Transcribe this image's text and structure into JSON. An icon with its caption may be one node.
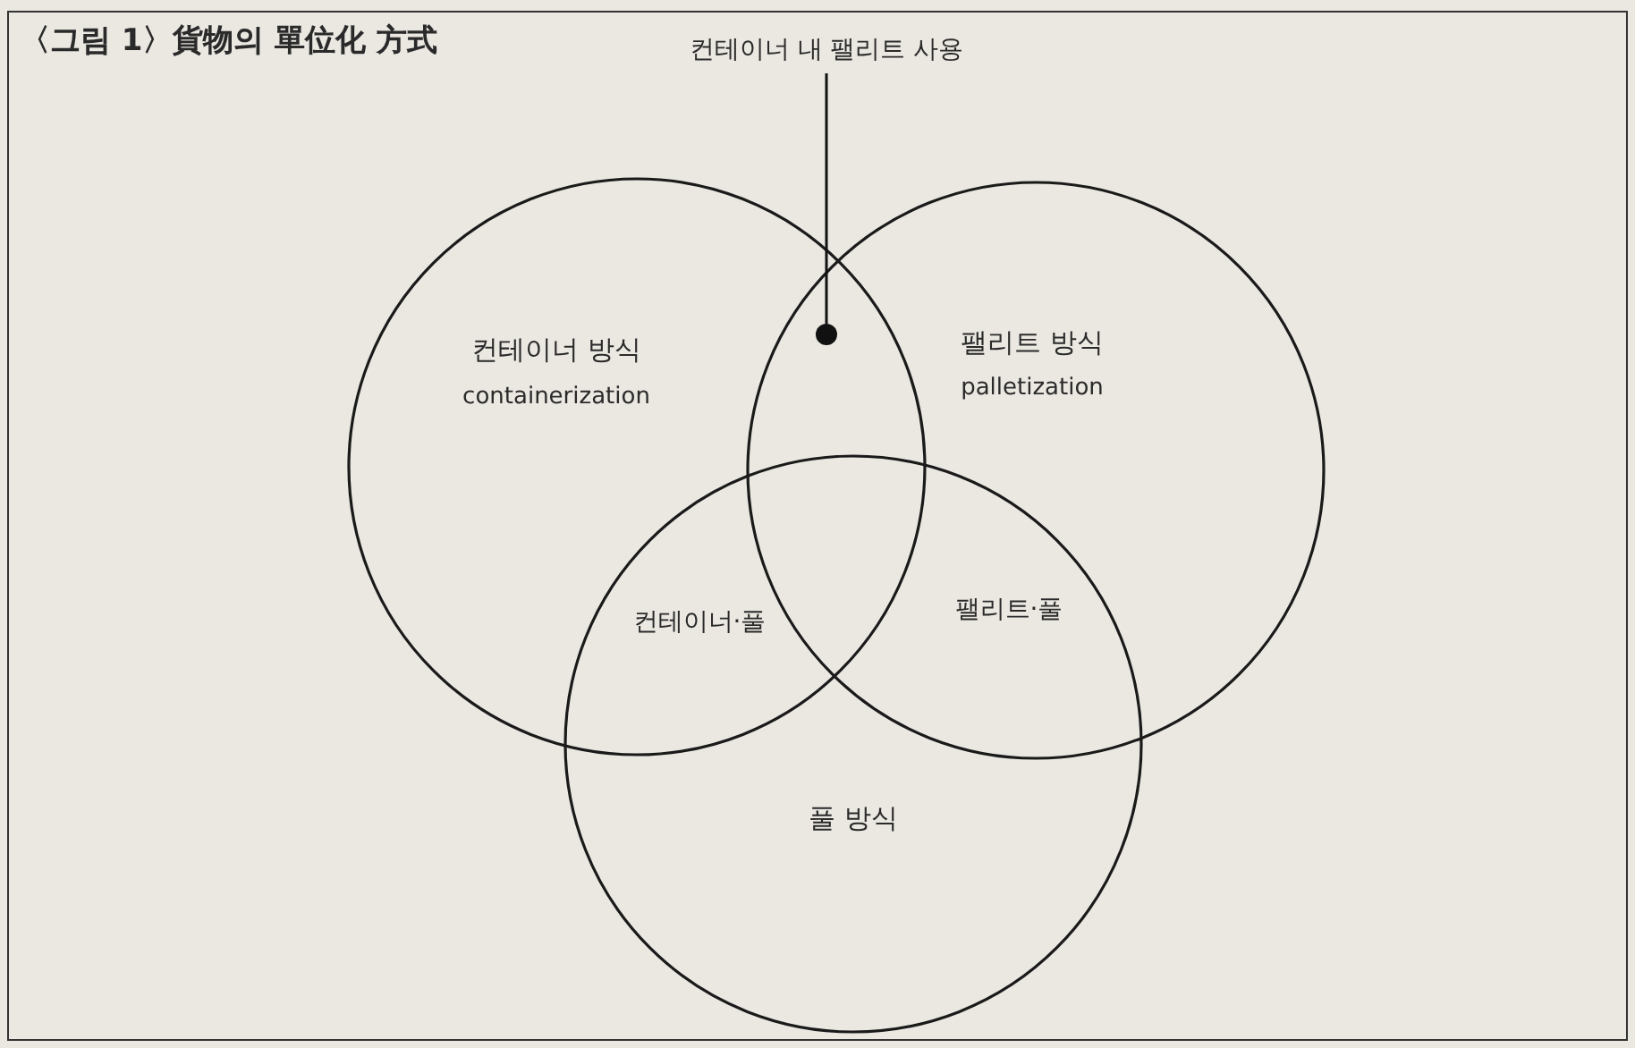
{
  "diagram": {
    "title": "〈그림 1〉貨物의 單位化 方式",
    "nodes": [
      {
        "text": [
          "컨테이너 방식",
          "containerization"
        ]
      },
      {
        "text": [
          "팰리트 방식",
          "palletization"
        ]
      },
      {
        "text": [
          "풀 방식"
        ]
      },
      {
        "text": [
          "컨테이너 내 팰리트 사용"
        ]
      },
      {
        "text": [],
        "shape": "circle"
      }
    ],
    "edges": [
      {
        "from": 3,
        "to": 4,
        "arrow": "none"
      }
    ],
    "labels": [
      "컨테이너·풀",
      "팰리트·풀"
    ]
  }
}
